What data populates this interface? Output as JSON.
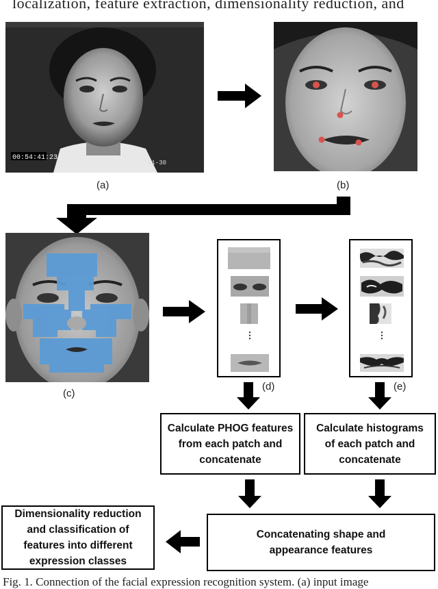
{
  "top_text": "localization, feature extraction, dimensionality reduction, and",
  "labels": {
    "a": "(a)",
    "b": "(b)",
    "c": "(c)",
    "d": "(d)",
    "e": "(e)"
  },
  "frame_timestamp": "00:54:41:23",
  "frame_overlay_right": "01-30",
  "dots": "⋮",
  "boxes": {
    "phog": "Calculate PHOG features from each patch and concatenate",
    "hist": "Calculate histograms of each patch and concatenate",
    "concat": "Concatenating shape and appearance features",
    "reduce": "Dimensionality reduction and classification of features into different expression classes"
  },
  "caption": "Fig. 1. Connection of the facial expression recognition system. (a) input image"
}
